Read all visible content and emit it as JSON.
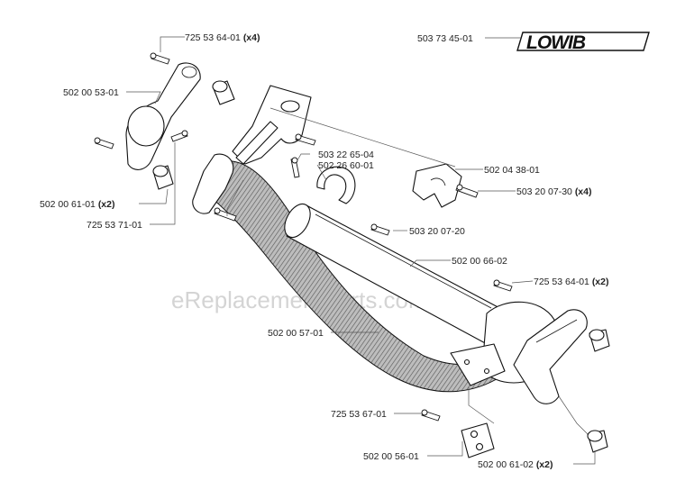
{
  "watermark": "eReplacementParts.com",
  "logo_text": "LOWIB",
  "labels": [
    {
      "id": "l1",
      "part": "725 53 64-01",
      "qty": "(x4)"
    },
    {
      "id": "l2",
      "part": "503 73 45-01",
      "qty": ""
    },
    {
      "id": "l3",
      "part": "502 00 53-01",
      "qty": ""
    },
    {
      "id": "l4",
      "part": "503 22 65-04",
      "qty": ""
    },
    {
      "id": "l5",
      "part": "502 26 60-01",
      "qty": ""
    },
    {
      "id": "l6",
      "part": "502 04 38-01",
      "qty": ""
    },
    {
      "id": "l7",
      "part": "503 20 07-30",
      "qty": "(x4)"
    },
    {
      "id": "l8",
      "part": "502 00 61-01",
      "qty": "(x2)"
    },
    {
      "id": "l9",
      "part": "725 53 71-01",
      "qty": ""
    },
    {
      "id": "l10",
      "part": "503 20 07-20",
      "qty": ""
    },
    {
      "id": "l11",
      "part": "502 00 66-02",
      "qty": ""
    },
    {
      "id": "l12",
      "part": "725 53 64-01",
      "qty": "(x2)"
    },
    {
      "id": "l13",
      "part": "502 00 57-01",
      "qty": ""
    },
    {
      "id": "l14",
      "part": "725 53 67-01",
      "qty": ""
    },
    {
      "id": "l15",
      "part": "502 00 56-01",
      "qty": ""
    },
    {
      "id": "l16",
      "part": "502 00 61-02",
      "qty": "(x2)"
    }
  ]
}
